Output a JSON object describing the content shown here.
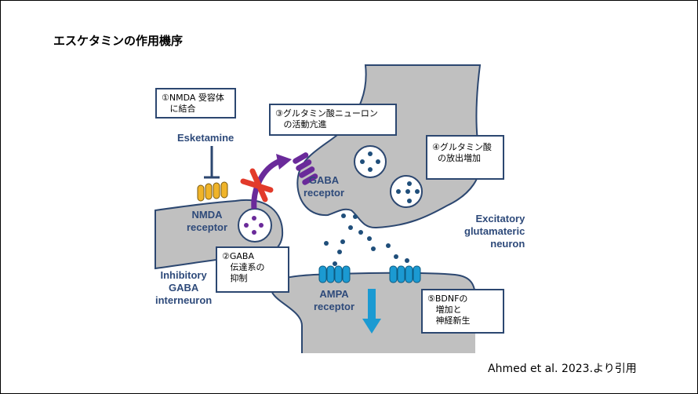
{
  "title": "エスケタミンの作用機序",
  "citation": "Ahmed et al. 2023.より引用",
  "colors": {
    "neuron_fill": "#c0c0c0",
    "outline": "#2c4770",
    "label": "#2e4a7a",
    "glutamate": "#1f4e7a",
    "gaba": "#6a2a9a",
    "nmda": "#f0b429",
    "ampa": "#1b9ad2",
    "block": "#e23a2a"
  },
  "boxes": {
    "step1": {
      "line1": "①NMDA 受容体",
      "line2": "に結合"
    },
    "step2": {
      "line1": "②GABA",
      "line2": "伝達系の",
      "line3": "抑制"
    },
    "step3": {
      "line1": "③グルタミン酸ニューロン",
      "line2": "の活動亢進"
    },
    "step4": {
      "line1": "④グルタミン酸",
      "line2": "の放出増加"
    },
    "step5": {
      "line1": "⑤BDNFの",
      "line2": "増加と",
      "line3": "神経新生"
    }
  },
  "labels": {
    "esketamine": "Esketamine",
    "nmda": [
      "NMDA",
      "receptor"
    ],
    "gaba_receptor": [
      "GABA",
      "receptor"
    ],
    "inhibitory": [
      "Inhibitory",
      "GABA",
      "interneuron"
    ],
    "excitatory": [
      "Excitatory",
      "glutamateric",
      "neuron"
    ],
    "ampa": [
      "AMPA",
      "receptor"
    ]
  }
}
